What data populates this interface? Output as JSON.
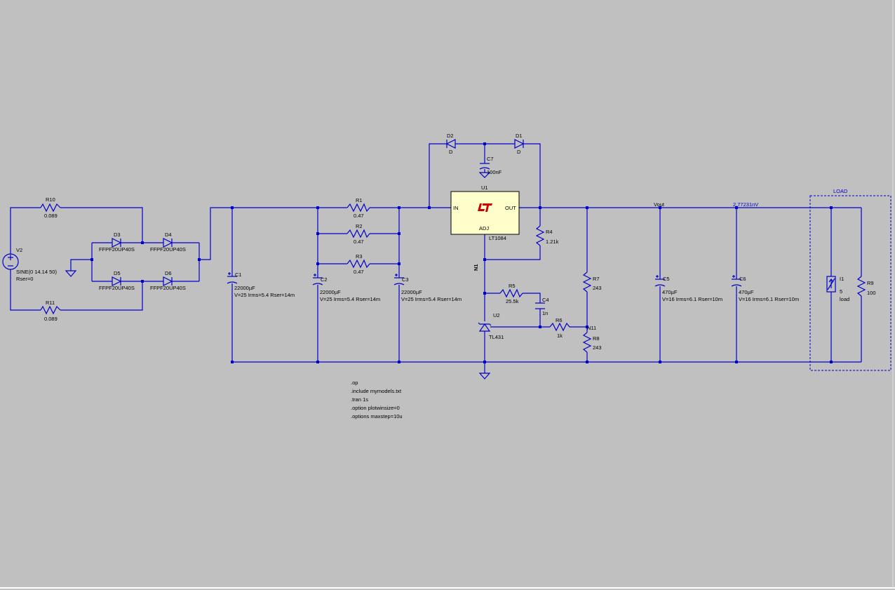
{
  "schematic": {
    "colors": {
      "background": "#c0c0c0",
      "wire": "#0000cc",
      "text": "#000000",
      "regulator_fill": "#ffffcc",
      "logo": "#cc0000"
    },
    "components": {
      "V2": {
        "ref": "V2",
        "value": "SINE(0 14.14 50)",
        "param": "Rser=0"
      },
      "R10": {
        "ref": "R10",
        "value": "0.089"
      },
      "R11": {
        "ref": "R11",
        "value": "0.089"
      },
      "D3": {
        "ref": "D3",
        "value": "FFPF20UP40S"
      },
      "D4": {
        "ref": "D4",
        "value": "FFPF20UP40S"
      },
      "D5": {
        "ref": "D5",
        "value": "FFPF20UP40S"
      },
      "D6": {
        "ref": "D6",
        "value": "FFPF20UP40S"
      },
      "C1": {
        "ref": "C1",
        "value": "22000µF",
        "param": "V=25 Irms=5.4 Rser=14m"
      },
      "C2": {
        "ref": "C2",
        "value": "22000µF",
        "param": "V=25 Irms=5.4 Rser=14m"
      },
      "C3": {
        "ref": "C3",
        "value": "22000µF",
        "param": "V=25 Irms=5.4 Rser=14m"
      },
      "R1": {
        "ref": "R1",
        "value": "0.47"
      },
      "R2": {
        "ref": "R2",
        "value": "0.47"
      },
      "R3": {
        "ref": "R3",
        "value": "0.47"
      },
      "D2": {
        "ref": "D2",
        "value": "D"
      },
      "D1": {
        "ref": "D1",
        "value": "D"
      },
      "C7": {
        "ref": "C7",
        "value": "100nF"
      },
      "U1": {
        "ref": "U1",
        "value": "LT1084",
        "pin_in": "IN",
        "pin_out": "OUT",
        "pin_adj": "ADJ"
      },
      "R4": {
        "ref": "R4",
        "value": "1.21k"
      },
      "R5": {
        "ref": "R5",
        "value": "25.5k"
      },
      "C4": {
        "ref": "C4",
        "value": "1n"
      },
      "R6": {
        "ref": "R6",
        "value": "1k"
      },
      "U2": {
        "ref": "U2",
        "value": "TL431"
      },
      "R7": {
        "ref": "R7",
        "value": "243"
      },
      "R8": {
        "ref": "R8",
        "value": "243"
      },
      "C5": {
        "ref": "C5",
        "value": "470µF",
        "param": "V=16 Irms=6.1 Rser=10m"
      },
      "C6": {
        "ref": "C6",
        "value": "470µF",
        "param": "V=16 Irms=6.1 Rser=10m"
      },
      "I1": {
        "ref": "I1",
        "value": "5",
        "param": "load"
      },
      "R9": {
        "ref": "R9",
        "value": "100"
      }
    },
    "net_labels": {
      "n1": "N1",
      "n11": "N11",
      "vout": "Vout",
      "voltage_probe": "2.77231nV"
    },
    "load_box_label": "LOAD",
    "directives": [
      ".op",
      ".include mymodels.txt",
      ".tran 1s",
      ".option plotwinsize=0",
      ".options maxstep=10u"
    ]
  }
}
